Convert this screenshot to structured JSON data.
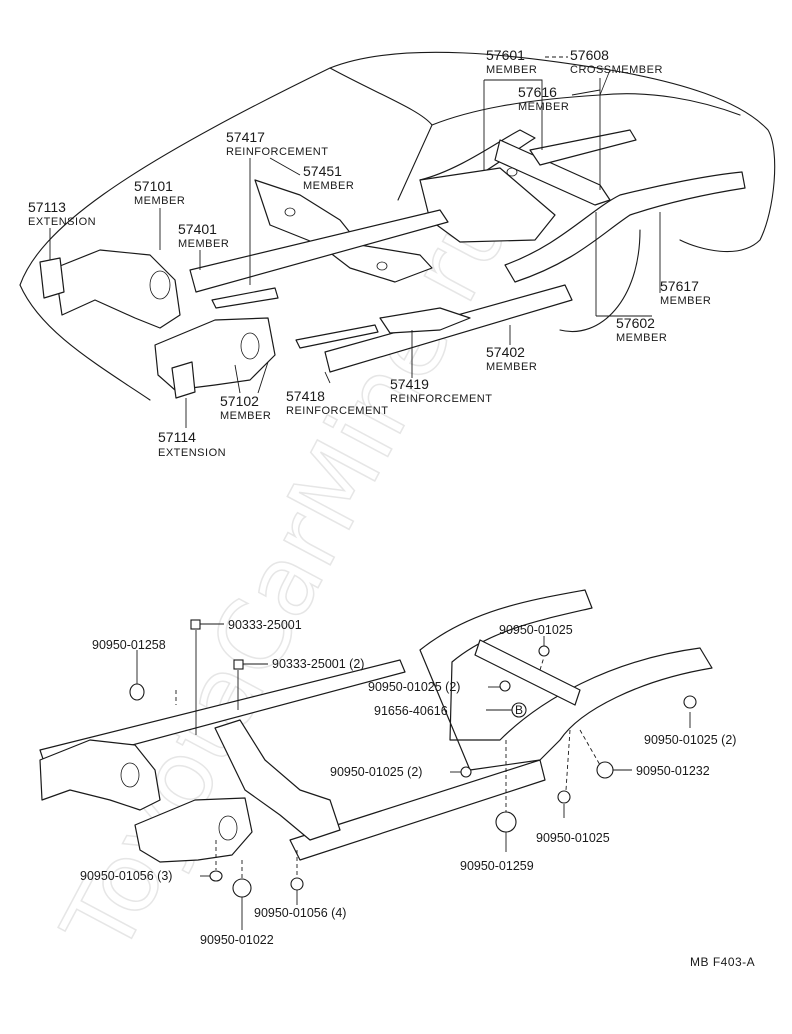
{
  "watermark": "ToyotaCarMine.ru",
  "figure_code": "MB  F403-A",
  "upper_labels": {
    "p57601": {
      "number": "57601",
      "name": "MEMBER"
    },
    "p57608": {
      "number": "57608",
      "name": "CROSSMEMBER"
    },
    "p57616": {
      "number": "57616",
      "name": "MEMBER"
    },
    "p57417": {
      "number": "57417",
      "name": "REINFORCEMENT"
    },
    "p57451": {
      "number": "57451",
      "name": "MEMBER"
    },
    "p57101": {
      "number": "57101",
      "name": "MEMBER"
    },
    "p57113": {
      "number": "57113",
      "name": "EXTENSION"
    },
    "p57401": {
      "number": "57401",
      "name": "MEMBER"
    },
    "p57617": {
      "number": "57617",
      "name": "MEMBER"
    },
    "p57602": {
      "number": "57602",
      "name": "MEMBER"
    },
    "p57402": {
      "number": "57402",
      "name": "MEMBER"
    },
    "p57419": {
      "number": "57419",
      "name": "REINFORCEMENT"
    },
    "p57418": {
      "number": "57418",
      "name": "REINFORCEMENT"
    },
    "p57102": {
      "number": "57102",
      "name": "MEMBER"
    },
    "p57114": {
      "number": "57114",
      "name": "EXTENSION"
    }
  },
  "hardware_labels": {
    "h9033325001": "90333-25001",
    "h9033325001x2": "90333-25001 (2)",
    "h9095001258": "90950-01258",
    "h9095001025a": "90950-01025",
    "h9095001025x2a": "90950-01025 (2)",
    "h9165640616": "91656-40616",
    "h9095001025x2b": "90950-01025 (2)",
    "h9095001025x2c": "90950-01025 (2)",
    "h9095001232": "90950-01232",
    "h9095001025b": "90950-01025",
    "h9095001259": "90950-01259",
    "h9095001056x3": "90950-01056 (3)",
    "h9095001056x4": "90950-01056 (4)",
    "h9095001022": "90950-01022",
    "callout_b": "B"
  }
}
